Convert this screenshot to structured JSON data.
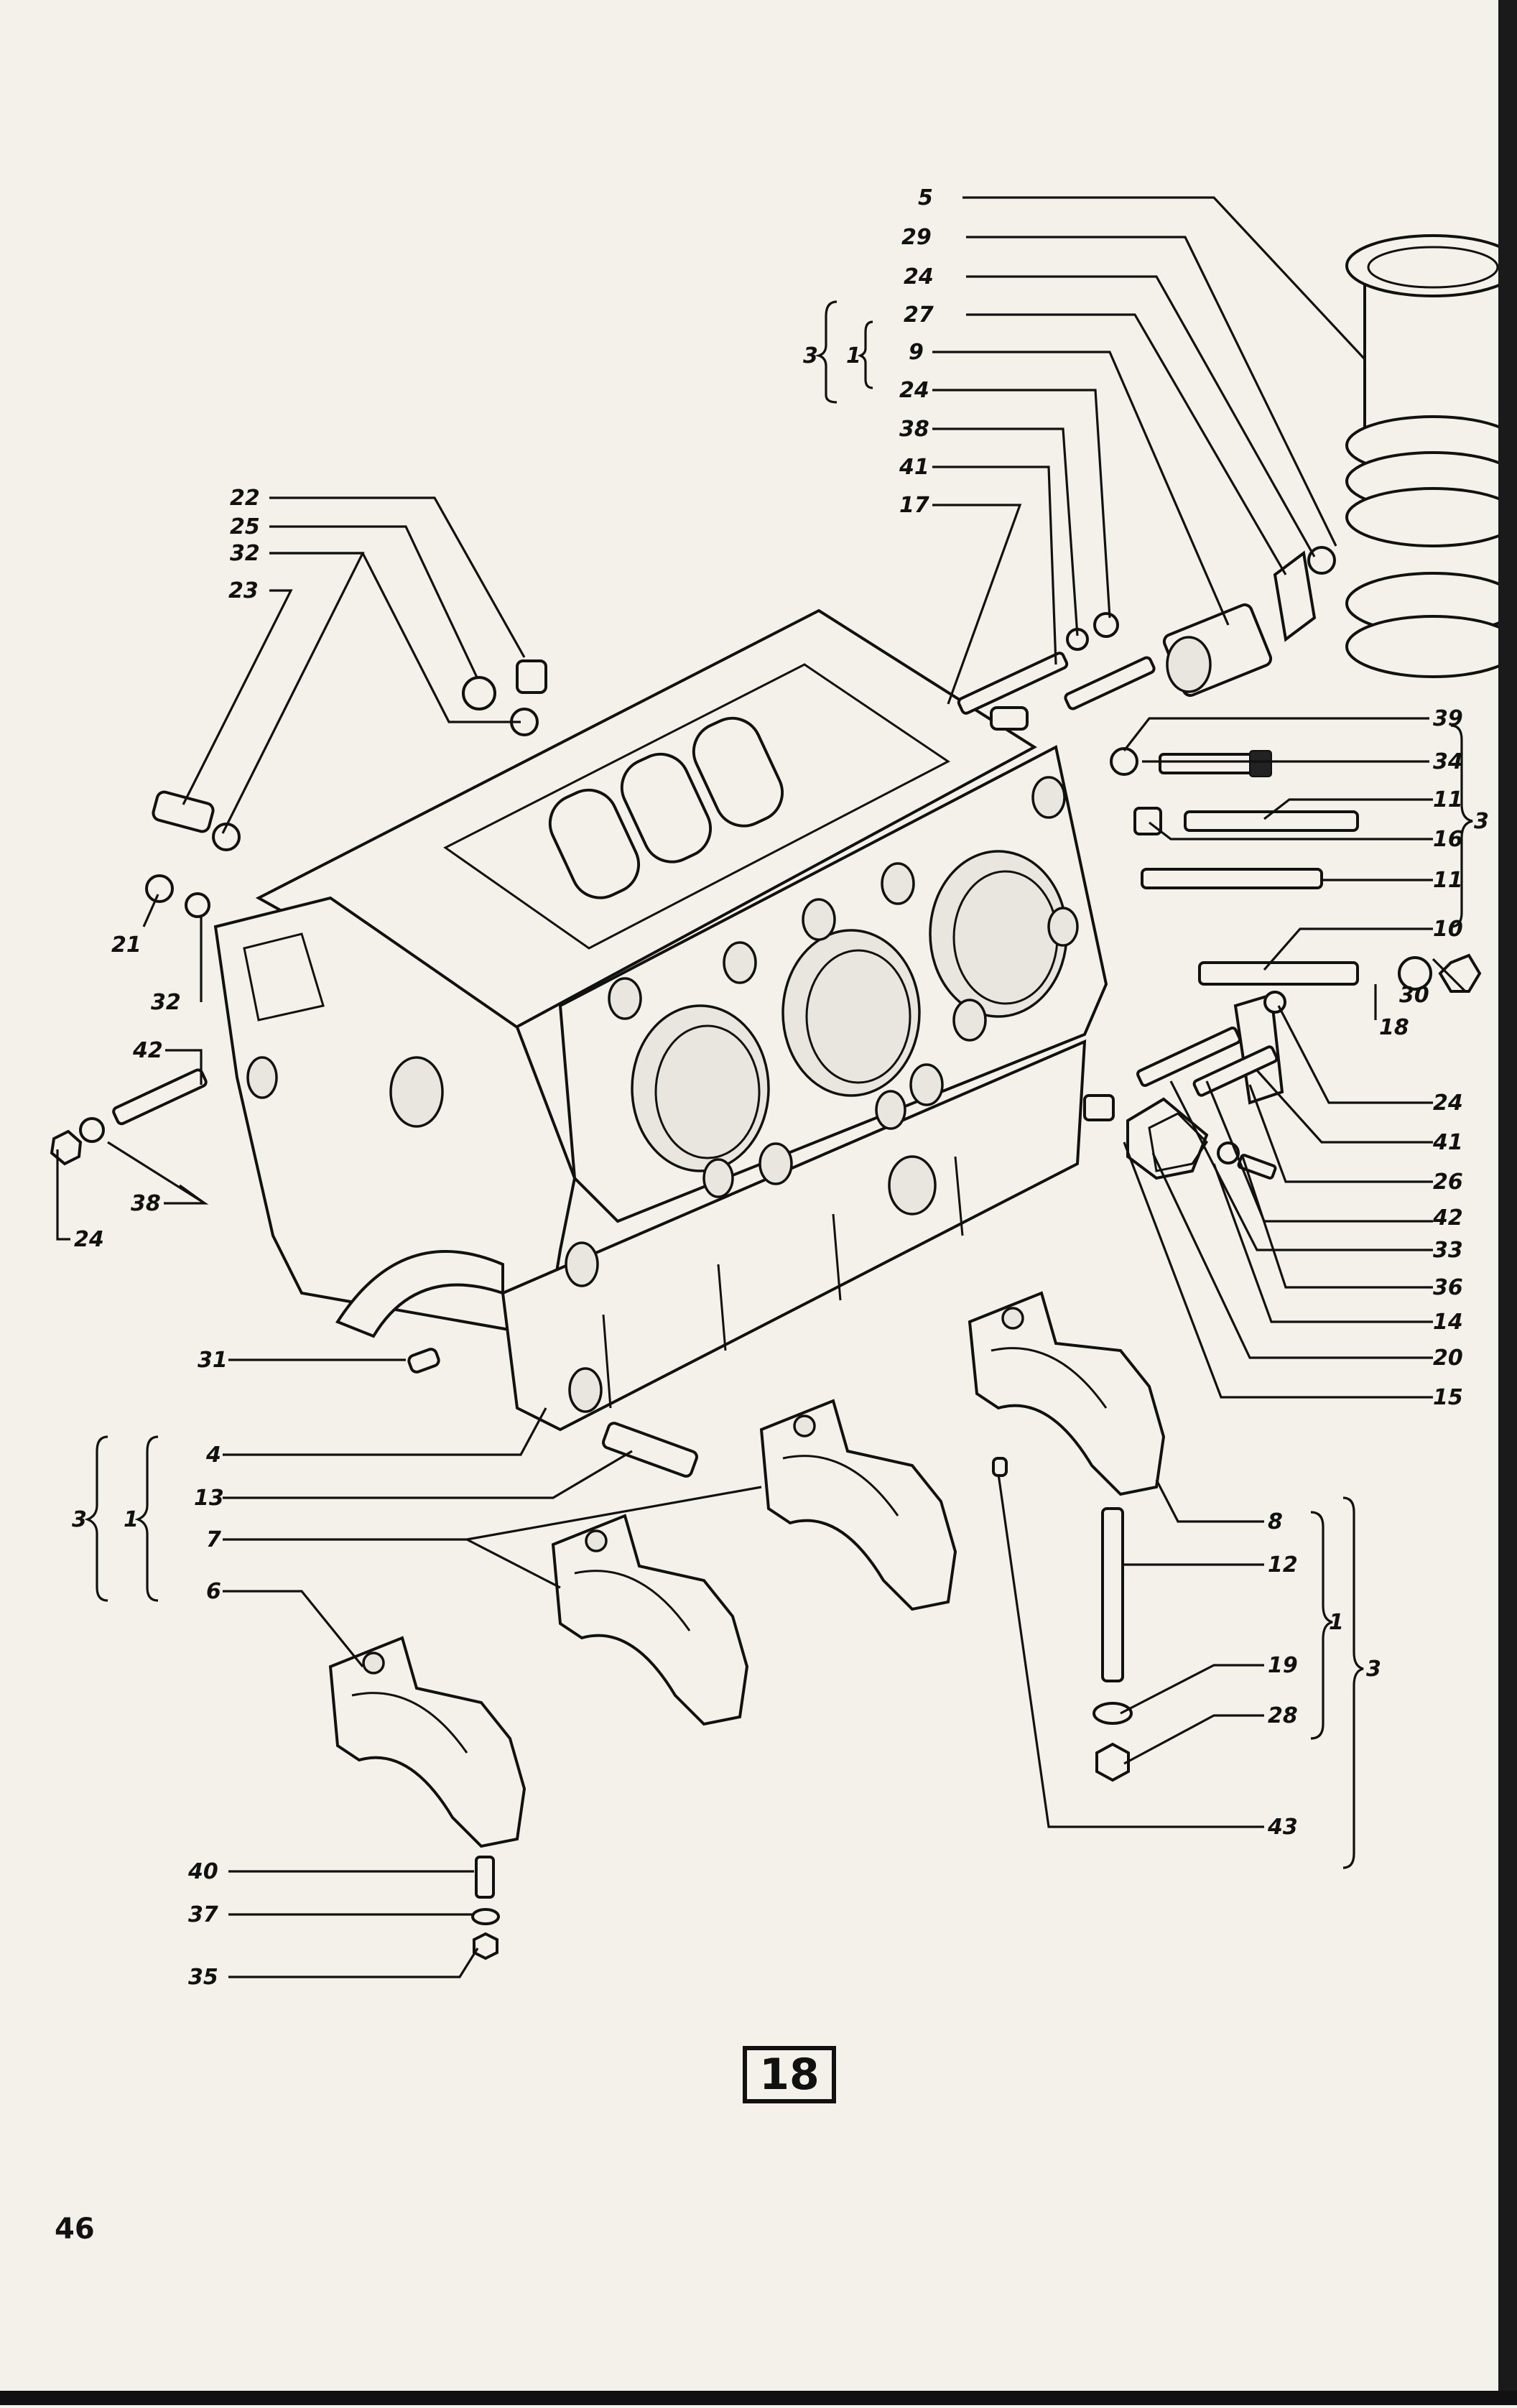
{
  "figure_number": "18",
  "page_number": "46",
  "callouts": [
    {
      "id": "c5",
      "label": "5"
    },
    {
      "id": "c29",
      "label": "29"
    },
    {
      "id": "c24a",
      "label": "24"
    },
    {
      "id": "c27",
      "label": "27"
    },
    {
      "id": "c9",
      "label": "9"
    },
    {
      "id": "c24b",
      "label": "24"
    },
    {
      "id": "c38a",
      "label": "38"
    },
    {
      "id": "c41a",
      "label": "41"
    },
    {
      "id": "c17",
      "label": "17"
    },
    {
      "id": "c22",
      "label": "22"
    },
    {
      "id": "c25",
      "label": "25"
    },
    {
      "id": "c32a",
      "label": "32"
    },
    {
      "id": "c23",
      "label": "23"
    },
    {
      "id": "c21",
      "label": "21"
    },
    {
      "id": "c32b",
      "label": "32"
    },
    {
      "id": "c42a",
      "label": "42"
    },
    {
      "id": "c38b",
      "label": "38"
    },
    {
      "id": "c24c",
      "label": "24"
    },
    {
      "id": "c39",
      "label": "39"
    },
    {
      "id": "c34",
      "label": "34"
    },
    {
      "id": "c11a",
      "label": "11"
    },
    {
      "id": "c16",
      "label": "16"
    },
    {
      "id": "c11b",
      "label": "11"
    },
    {
      "id": "c10",
      "label": "10"
    },
    {
      "id": "c30",
      "label": "30"
    },
    {
      "id": "c18",
      "label": "18"
    },
    {
      "id": "c24d",
      "label": "24"
    },
    {
      "id": "c41b",
      "label": "41"
    },
    {
      "id": "c26",
      "label": "26"
    },
    {
      "id": "c42b",
      "label": "42"
    },
    {
      "id": "c33",
      "label": "33"
    },
    {
      "id": "c36",
      "label": "36"
    },
    {
      "id": "c14",
      "label": "14"
    },
    {
      "id": "c20",
      "label": "20"
    },
    {
      "id": "c15",
      "label": "15"
    },
    {
      "id": "c31",
      "label": "31"
    },
    {
      "id": "c4",
      "label": "4"
    },
    {
      "id": "c13",
      "label": "13"
    },
    {
      "id": "c7",
      "label": "7"
    },
    {
      "id": "c6",
      "label": "6"
    },
    {
      "id": "c8",
      "label": "8"
    },
    {
      "id": "c12",
      "label": "12"
    },
    {
      "id": "c19",
      "label": "19"
    },
    {
      "id": "c28",
      "label": "28"
    },
    {
      "id": "c43",
      "label": "43"
    },
    {
      "id": "c40",
      "label": "40"
    },
    {
      "id": "c37",
      "label": "37"
    },
    {
      "id": "c35",
      "label": "35"
    }
  ],
  "brace_labels": [
    {
      "id": "b3-top",
      "label": "3"
    },
    {
      "id": "b1-top",
      "label": "1"
    },
    {
      "id": "b3-right",
      "label": "3"
    },
    {
      "id": "b3-left",
      "label": "3"
    },
    {
      "id": "b1-left",
      "label": "1"
    },
    {
      "id": "b1-bottomright",
      "label": "1"
    },
    {
      "id": "b3-bottomright",
      "label": "3"
    }
  ]
}
